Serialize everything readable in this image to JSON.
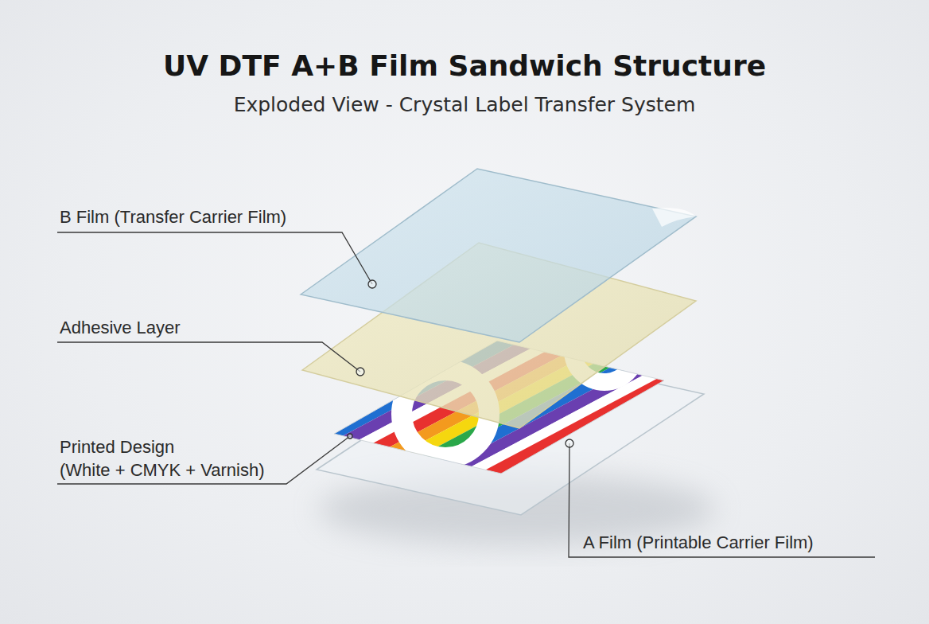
{
  "diagram": {
    "title": "UV DTF A+B Film Sandwich Structure",
    "labels": [
      "Exploded View - Crystal Label Transfer System",
      "B Film (Transfer Carrier Film)",
      "Adhesive Layer",
      "Printed Design (White + CMYK + Varnish)",
      "A Film (Printable Carrier Film)"
    ]
  }
}
